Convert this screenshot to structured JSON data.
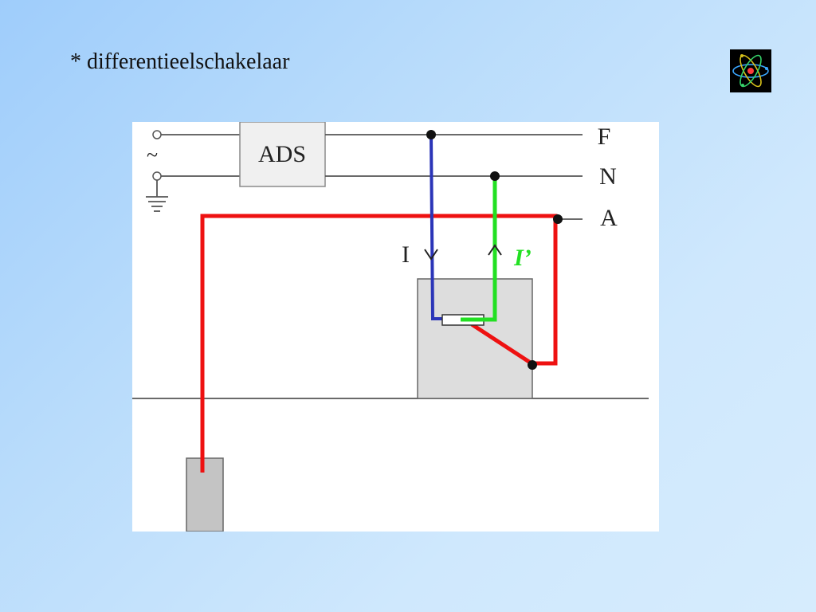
{
  "slide": {
    "title": "* differentieelschakelaar"
  },
  "icons": {
    "corner": "atom-icon"
  },
  "diagram": {
    "box_label": "ADS",
    "line_labels": {
      "phase": "F",
      "neutral": "N",
      "earth": "A"
    },
    "current_in": "I",
    "current_out": "I’",
    "colors": {
      "earth_wire": "#ee1111",
      "phase_wire": "#2b35b8",
      "neutral_wire": "#22e022",
      "device_fill": "#dddddd",
      "earth_electrode_fill": "#c4c4c4"
    }
  }
}
